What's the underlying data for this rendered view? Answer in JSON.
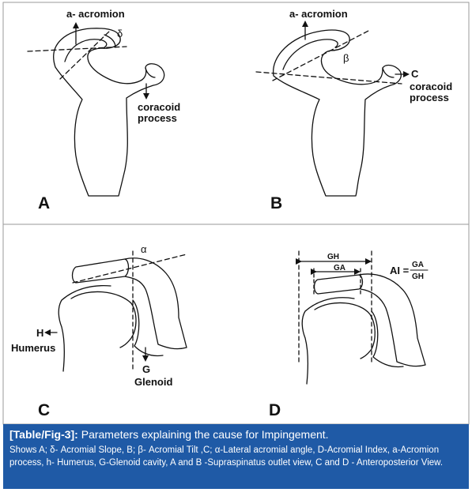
{
  "panels": {
    "A": {
      "letter": "A",
      "acromion_label": "a- acromion",
      "angle_symbol": "δ",
      "coracoid_label_line1": "coracoid",
      "coracoid_label_line2": "process"
    },
    "B": {
      "letter": "B",
      "acromion_label": "a- acromion",
      "angle_symbol": "β",
      "c_label": "C",
      "coracoid_label_line1": "coracoid",
      "coracoid_label_line2": "process"
    },
    "C": {
      "letter": "C",
      "angle_symbol": "α",
      "h_label": "H",
      "humerus_label": "Humerus",
      "g_label": "G",
      "glenoid_label": "Glenoid"
    },
    "D": {
      "letter": "D",
      "gh_label": "GH",
      "ga_label": "GA",
      "ai_prefix": "AI =",
      "ai_numerator": "GA",
      "ai_denominator": "GH"
    }
  },
  "caption": {
    "tag": "[Table/Fig-3]:",
    "title": " Parameters explaining the cause for Impingement.",
    "body": "Shows A; δ- Acromial Slope, B; β- Acromial Tilt ,C; α-Lateral acromial angle, D-Acromial Index, a-Acromion process, h- Humerus, G-Glenoid cavity, A and B -Supraspinatus outlet view, C and D - Anteroposterior View."
  },
  "colors": {
    "caption_bg": "#1f5aa6",
    "border": "#9a9a9a",
    "line": "#111111"
  }
}
